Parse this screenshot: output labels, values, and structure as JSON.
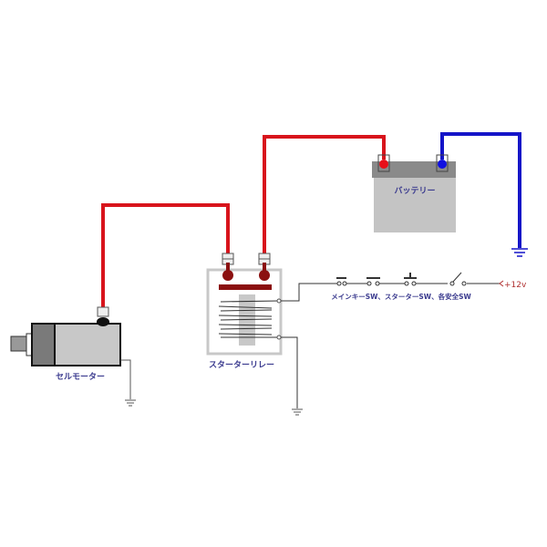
{
  "labels": {
    "battery": "バッテリー",
    "starter_relay": "スターターリレー",
    "starter_motor": "セルモーター",
    "switches": "メインキーSW、スターターSW、各安全SW",
    "supply": "+12v"
  },
  "colors": {
    "positive_wire": "#d8141c",
    "negative_wire": "#1414c8",
    "signal_wire": "#333333"
  }
}
